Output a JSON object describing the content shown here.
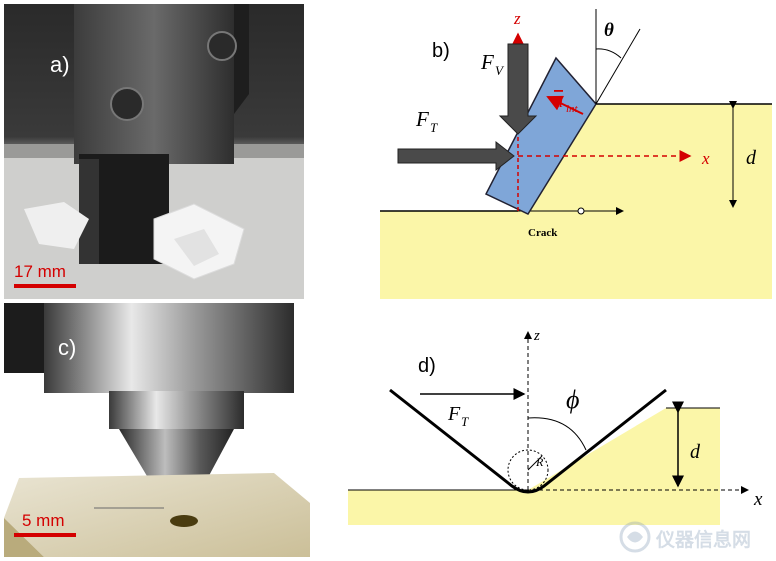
{
  "panel_a": {
    "label": "a)",
    "scale_text": "17 mm"
  },
  "panel_b": {
    "label": "b)",
    "z_axis": "z",
    "x_axis": "x",
    "force_vertical": "F",
    "force_vertical_sub": "V",
    "force_tangential": "F",
    "force_tangential_sub": "T",
    "normal_vector": "n",
    "normal_vector_sub": "int",
    "angle": "θ",
    "depth": "d",
    "crack": "Crack"
  },
  "panel_c": {
    "label": "c)",
    "scale_text": "5 mm"
  },
  "panel_d": {
    "label": "d)",
    "z_axis": "z",
    "x_axis": "x",
    "force_tangential": "F",
    "force_tangential_sub": "T",
    "angle": "ϕ",
    "radius": "R",
    "depth": "d"
  },
  "watermark": "仪器信息网",
  "colors": {
    "specimen_yellow": "#fbf6a8",
    "tool_blue": "#7fa6d8",
    "arrow_gray": "#4a4a4a",
    "axis_red": "#d40000",
    "scale_red": "#d40000"
  }
}
